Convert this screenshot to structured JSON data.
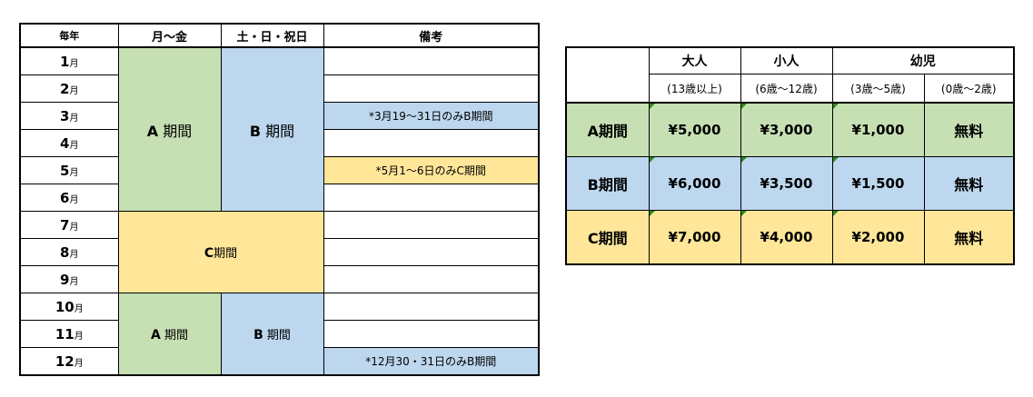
{
  "season_table": {
    "headers": {
      "month": "毎年",
      "weekday": "月～金",
      "weekend": "土・日・祝日",
      "notes": "備考"
    },
    "months": [
      {
        "num": "1",
        "suffix": "月"
      },
      {
        "num": "2",
        "suffix": "月"
      },
      {
        "num": "3",
        "suffix": "月"
      },
      {
        "num": "4",
        "suffix": "月"
      },
      {
        "num": "5",
        "suffix": "月"
      },
      {
        "num": "6",
        "suffix": "月"
      },
      {
        "num": "7",
        "suffix": "月"
      },
      {
        "num": "8",
        "suffix": "月"
      },
      {
        "num": "9",
        "suffix": "月"
      },
      {
        "num": "10",
        "suffix": "月"
      },
      {
        "num": "11",
        "suffix": "月"
      },
      {
        "num": "12",
        "suffix": "月"
      }
    ],
    "blocks": {
      "jan_jun_weekday": {
        "letter": "A",
        "word": "期間"
      },
      "jan_jun_weekend": {
        "letter": "B",
        "word": "期間"
      },
      "jul_sep_all": {
        "letter": "C",
        "word": "期間"
      },
      "oct_dec_weekday": {
        "letter": "A",
        "word": "期間"
      },
      "oct_dec_weekend": {
        "letter": "B",
        "word": "期間"
      }
    },
    "notes": {
      "march": "*3月19～31日のみB期間",
      "may": "*5月1～6日のみC期間",
      "december": "*12月30・31日のみB期間"
    }
  },
  "price_table": {
    "categories": [
      "大人",
      "小人",
      "幼児"
    ],
    "age_ranges": [
      "(13歳以上)",
      "(6歳～12歳)",
      "(3歳～5歳)",
      "(0歳～2歳)"
    ],
    "rows": [
      {
        "period": "A期間",
        "prices": [
          "¥5,000",
          "¥3,000",
          "¥1,000",
          "無料"
        ]
      },
      {
        "period": "B期間",
        "prices": [
          "¥6,000",
          "¥3,500",
          "¥1,500",
          "無料"
        ]
      },
      {
        "period": "C期間",
        "prices": [
          "¥7,000",
          "¥4,000",
          "¥2,000",
          "無料"
        ]
      }
    ]
  },
  "colors": {
    "period_a": "#c6e0b4",
    "period_b": "#bdd7ee",
    "period_c": "#ffe699",
    "marker": "#2e8b1e"
  }
}
